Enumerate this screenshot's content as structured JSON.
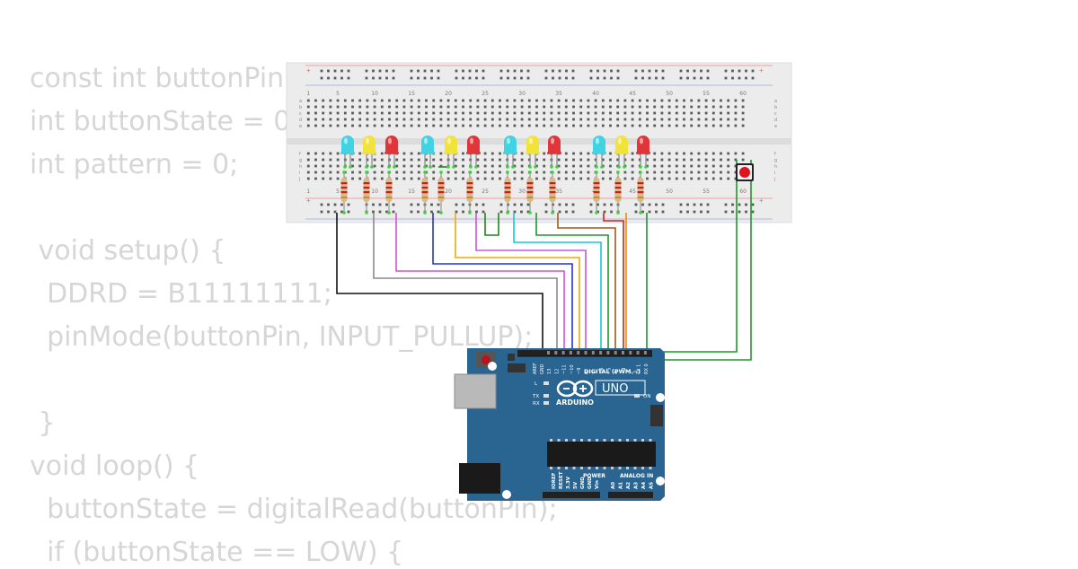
{
  "code_lines": [
    "const int buttonPin",
    "int buttonState = 0;",
    "int pattern = 0;",
    "",
    " void setup() {",
    "  DDRD = B11111111;",
    "  pinMode(buttonPin, INPUT_PULLUP);",
    "",
    " }",
    "void loop() {",
    "  buttonState = digitalRead(buttonPin);",
    "  if (buttonState == LOW) {"
  ],
  "breadboard": {
    "column_numbers": [
      "1",
      "5",
      "10",
      "15",
      "20",
      "25",
      "30",
      "35",
      "40",
      "45",
      "50",
      "55",
      "60"
    ],
    "row_letters_top": [
      "a",
      "b",
      "c",
      "d",
      "e"
    ],
    "row_letters_bottom": [
      "f",
      "g",
      "h",
      "i",
      "j"
    ]
  },
  "leds": [
    {
      "name": "led-1",
      "color": "cyan"
    },
    {
      "name": "led-2",
      "color": "yellow"
    },
    {
      "name": "led-3",
      "color": "red"
    },
    {
      "name": "led-4",
      "color": "cyan"
    },
    {
      "name": "led-5",
      "color": "yellow"
    },
    {
      "name": "led-6",
      "color": "red"
    },
    {
      "name": "led-7",
      "color": "cyan"
    },
    {
      "name": "led-8",
      "color": "yellow"
    },
    {
      "name": "led-9",
      "color": "red"
    },
    {
      "name": "led-10",
      "color": "cyan"
    },
    {
      "name": "led-11",
      "color": "yellow"
    },
    {
      "name": "led-12",
      "color": "red"
    }
  ],
  "arduino": {
    "brand": "ARDUINO",
    "model": "UNO",
    "digital_header_label": "DIGITAL (PWM ~)",
    "power_label": "POWER",
    "analog_label": "ANALOG IN",
    "on_label": "ON",
    "l_label": "L",
    "tx_label": "TX",
    "rx_label": "RX",
    "aref_label": "AREF",
    "gnd_label": "GND",
    "digital_pins": [
      "13",
      "12",
      "~11",
      "~10",
      "~9",
      "8",
      "7",
      "~6",
      "~5",
      "4",
      "~3",
      "2",
      "TX 1",
      "RX 0"
    ],
    "power_pins": [
      "IOREF",
      "RESET",
      "3.3V",
      "5V",
      "GND",
      "GND",
      "Vin"
    ],
    "analog_pins": [
      "A0",
      "A1",
      "A2",
      "A3",
      "A4",
      "A5"
    ]
  },
  "colors": {
    "code_text": "#d6d6d6",
    "breadboard": "#ececec",
    "arduino_board": "#2a6491",
    "led_cyan": "#3fd3e3",
    "led_yellow": "#f2e33a",
    "led_red": "#e0353a",
    "button_cap": "#e0141e"
  }
}
